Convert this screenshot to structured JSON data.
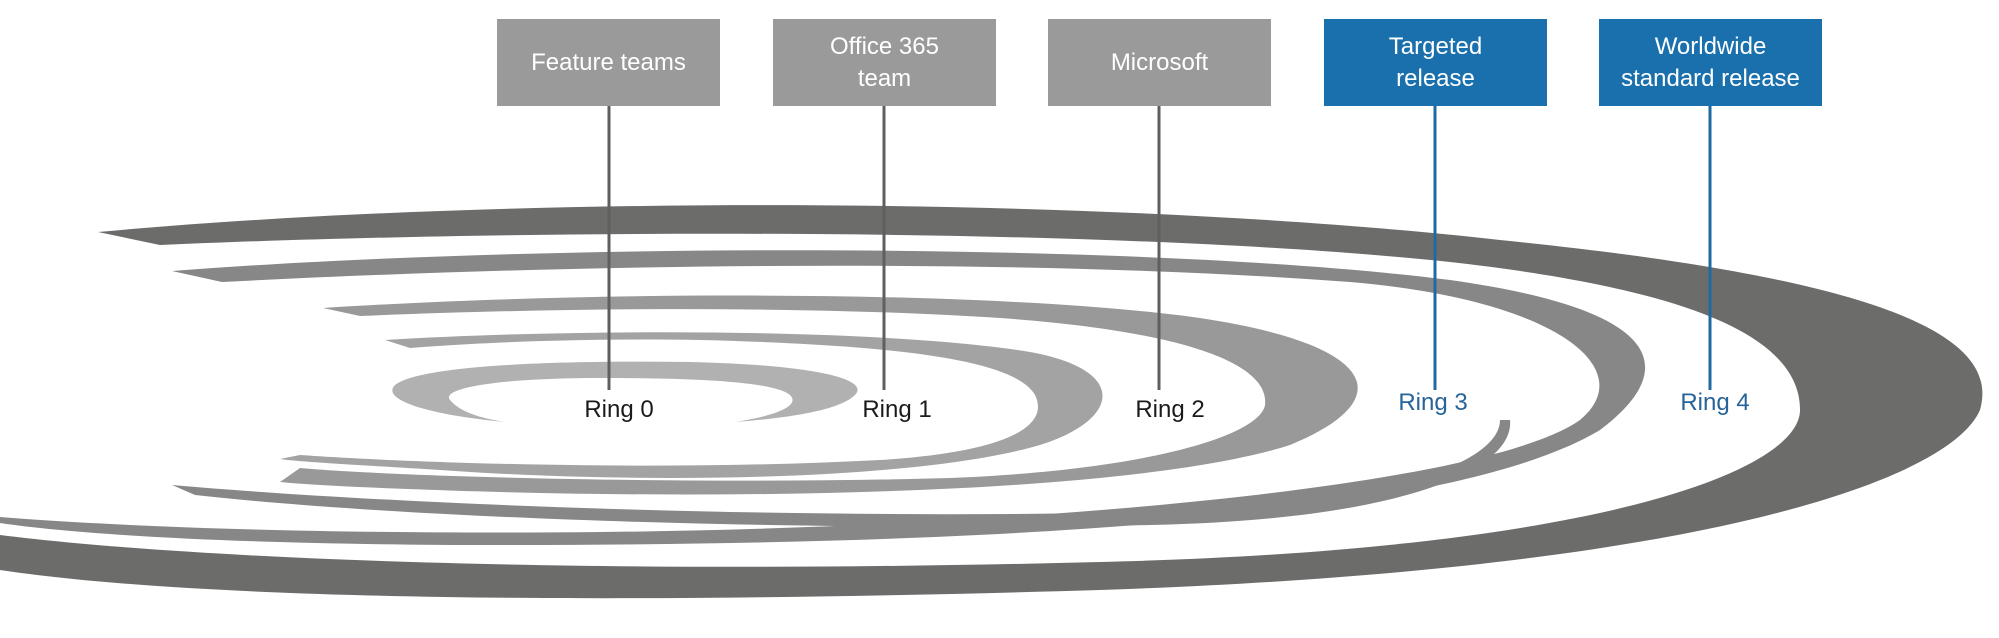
{
  "stages": [
    {
      "box_text": "Feature teams",
      "ring_label": "Ring 0",
      "accent": false
    },
    {
      "box_text": "Office 365\nteam",
      "ring_label": "Ring 1",
      "accent": false
    },
    {
      "box_text": "Microsoft",
      "ring_label": "Ring 2",
      "accent": false
    },
    {
      "box_text": "Targeted\nrelease",
      "ring_label": "Ring 3",
      "accent": true
    },
    {
      "box_text": "Worldwide\nstandard release",
      "ring_label": "Ring 4",
      "accent": true
    }
  ],
  "colors": {
    "gray_box": "#9a9a9a",
    "blue_box": "#1a70ad",
    "gray_line": "#5f5f5f",
    "blue_line": "#1f6aa5",
    "blue_text": "#26649a",
    "ring0": "#b1b1b1",
    "ring1": "#a3a3a3",
    "ring2": "#999999",
    "ring3": "#878787",
    "ring4": "#6c6d6b"
  }
}
